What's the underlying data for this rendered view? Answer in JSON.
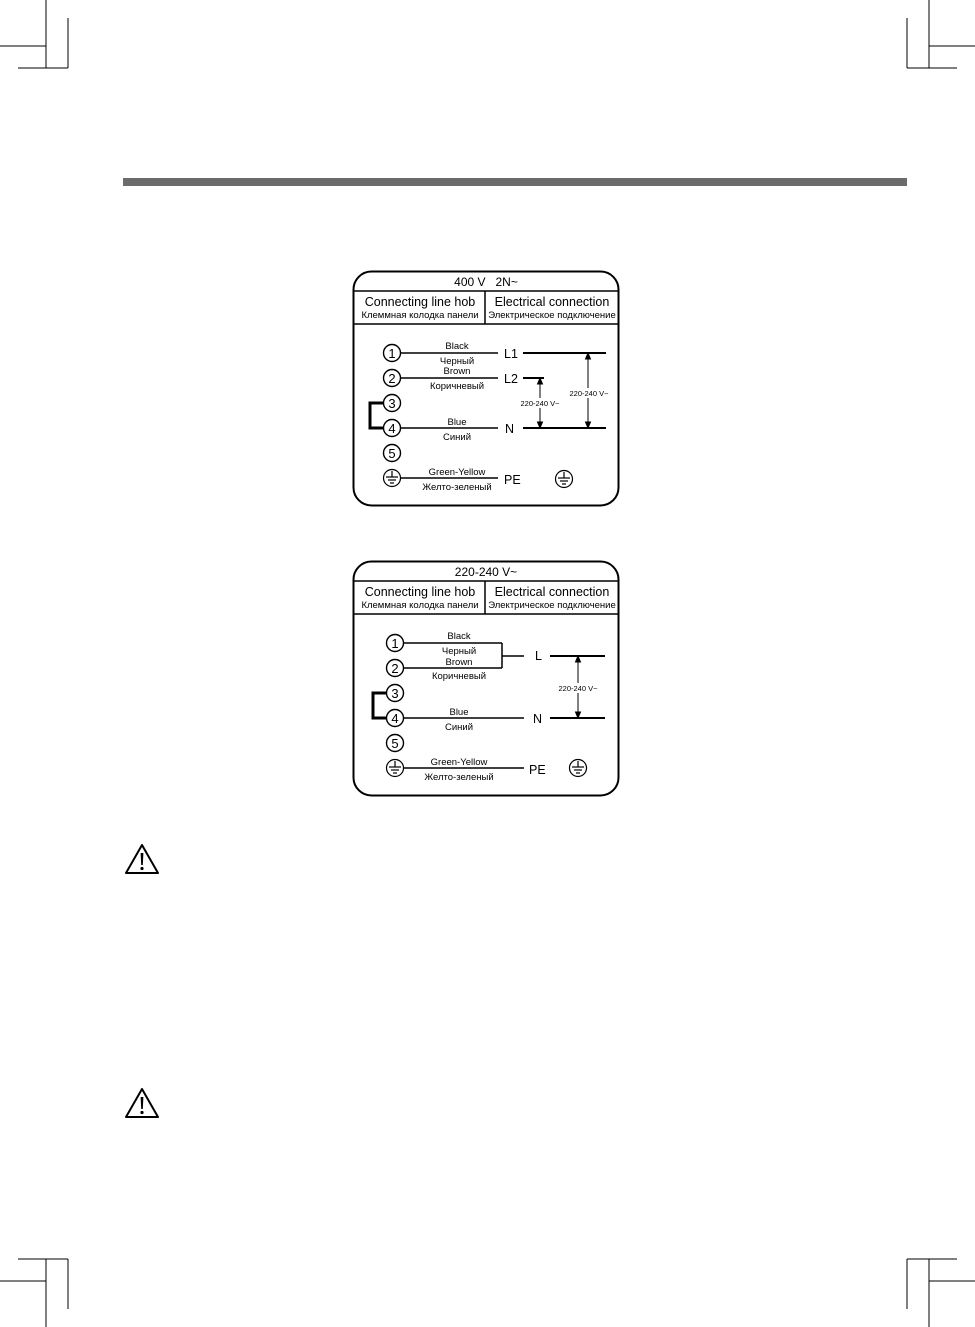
{
  "diagram_400": {
    "title": "400 V   2N~",
    "col1_en": "Connecting line hob",
    "col1_ru": "Клеммная колодка панели",
    "col2_en": "Electrical connection",
    "col2_ru": "Электрическое подключение",
    "terminals": [
      "1",
      "2",
      "3",
      "4",
      "5"
    ],
    "wire_black_en": "Black",
    "wire_black_ru": "Черный",
    "wire_brown_en": "Brown",
    "wire_brown_ru": "Коричневый",
    "wire_blue_en": "Blue",
    "wire_blue_ru": "Синий",
    "wire_ground_en": "Green-Yellow",
    "wire_ground_ru": "Желто-зеленый",
    "label_l1": "L1",
    "label_l2": "L2",
    "label_n": "N",
    "label_pe": "PE",
    "voltage_inner": "220-240 V~",
    "voltage_outer": "220-240 V~"
  },
  "diagram_220": {
    "title": "220-240 V~",
    "col1_en": "Connecting line hob",
    "col1_ru": "Клеммная колодка панели",
    "col2_en": "Electrical connection",
    "col2_ru": "Электрическое подключение",
    "terminals": [
      "1",
      "2",
      "3",
      "4",
      "5"
    ],
    "wire_black_en": "Black",
    "wire_black_ru": "Черный",
    "wire_brown_en": "Brown",
    "wire_brown_ru": "Коричневый",
    "wire_blue_en": "Blue",
    "wire_blue_ru": "Синий",
    "wire_ground_en": "Green-Yellow",
    "wire_ground_ru": "Желто-зеленый",
    "label_l": "L",
    "label_n": "N",
    "label_pe": "PE",
    "voltage": "220-240 V~"
  },
  "icons": {
    "warning_top": "warning-triangle-icon",
    "warning_bottom": "warning-triangle-icon",
    "ground": "ground-symbol-icon"
  }
}
